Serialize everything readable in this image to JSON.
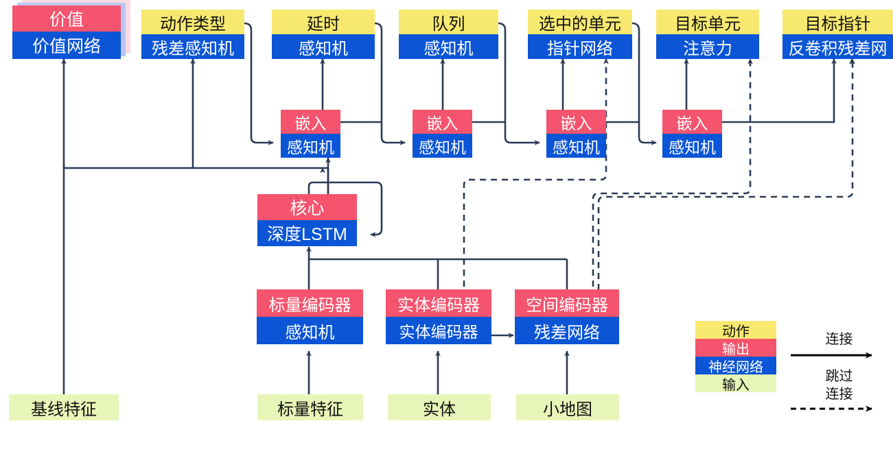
{
  "diagram": {
    "title": "AlphaStar-style agent architecture (Chinese labels)",
    "colors": {
      "action": "#f7e96f",
      "output": "#f4546e",
      "network": "#0b55d6",
      "input": "#e8f5b8",
      "wire": "#2b3a55",
      "text_dark": "#111111",
      "text_light": "#ffffff"
    },
    "nodes": {
      "value": {
        "top": "价值",
        "bottom": "价值网络"
      },
      "action_type": {
        "top": "动作类型",
        "bottom": "残差感知机"
      },
      "delay": {
        "top": "延时",
        "bottom": "感知机"
      },
      "queued": {
        "top": "队列",
        "bottom": "感知机"
      },
      "selected_units": {
        "top": "选中的单元",
        "bottom": "指针网络"
      },
      "target_unit": {
        "top": "目标单元",
        "bottom": "注意力"
      },
      "target_point": {
        "top": "目标指针",
        "bottom": "反卷积残差网"
      },
      "embed1": {
        "top": "嵌入",
        "bottom": "感知机"
      },
      "embed2": {
        "top": "嵌入",
        "bottom": "感知机"
      },
      "embed3": {
        "top": "嵌入",
        "bottom": "感知机"
      },
      "embed4": {
        "top": "嵌入",
        "bottom": "感知机"
      },
      "core": {
        "top": "核心",
        "bottom": "深度LSTM"
      },
      "scalar_encoder": {
        "top": "标量编码器",
        "bottom": "感知机"
      },
      "entity_encoder": {
        "top": "实体编码器",
        "bottom": "实体编码器"
      },
      "spatial_encoder": {
        "top": "空间编码器",
        "bottom": "残差网络"
      },
      "baseline_features": {
        "label": "基线特征"
      },
      "scalar_features": {
        "label": "标量特征"
      },
      "entities": {
        "label": "实体"
      },
      "minimap": {
        "label": "小地图"
      }
    },
    "legend": {
      "swatches": [
        {
          "label": "动作",
          "kind": "action"
        },
        {
          "label": "输出",
          "kind": "output"
        },
        {
          "label": "神经网络",
          "kind": "network"
        },
        {
          "label": "输入",
          "kind": "input"
        }
      ],
      "connection_label": "连接",
      "skip_label_line1": "跳过",
      "skip_label_line2": "连接"
    }
  }
}
